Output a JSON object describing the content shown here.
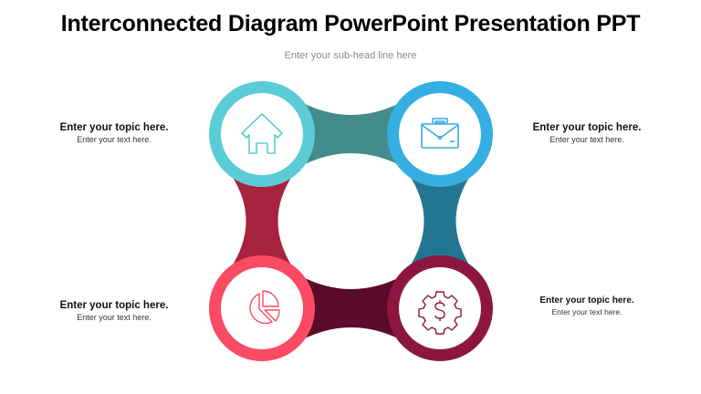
{
  "slide": {
    "title": "Interconnected Diagram PowerPoint Presentation PPT",
    "subtitle": "Enter your sub-head line here"
  },
  "colors": {
    "home_ring": "#5ccbd8",
    "briefcase_ring": "#35aee2",
    "chart_ring": "#fb4a63",
    "gear_ring": "#8d1641",
    "connector_top": "#448b8b",
    "connector_left": "#a7233d",
    "connector_right": "#237691",
    "connector_bottom": "#5a0c2a"
  },
  "nodes": [
    {
      "id": "top-left",
      "icon": "house-icon"
    },
    {
      "id": "top-right",
      "icon": "briefcase-icon"
    },
    {
      "id": "bottom-left",
      "icon": "pie-chart-icon"
    },
    {
      "id": "bottom-right",
      "icon": "gear-dollar-icon"
    }
  ],
  "topics": [
    {
      "position": "top-left",
      "heading": "Enter your topic here.",
      "text": "Enter your text here."
    },
    {
      "position": "top-right",
      "heading": "Enter your topic here.",
      "text": "Enter your text here."
    },
    {
      "position": "bottom-left",
      "heading": "Enter your topic here.",
      "text": "Enter your text here."
    },
    {
      "position": "bottom-right",
      "heading": "Enter your topic here.",
      "text": "Enter your text here."
    }
  ]
}
